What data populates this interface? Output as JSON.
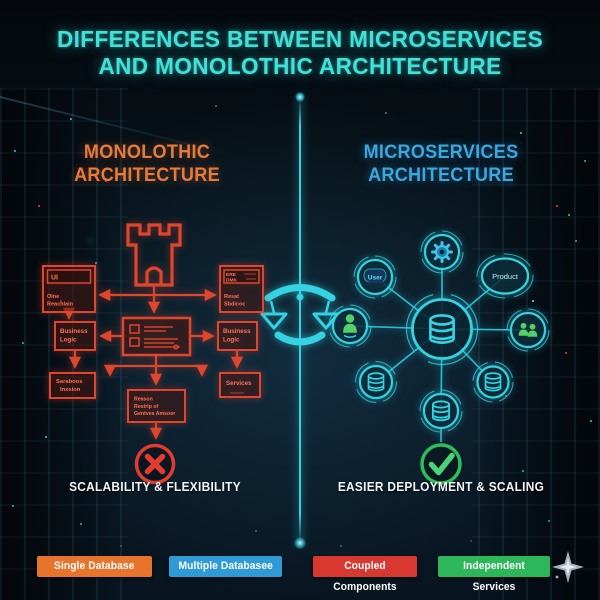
{
  "title": {
    "line1": "DIFFERENCES BETWEEN MICROSERVICES",
    "line2": "AND MONOLOTHIC ARCHITECTURE"
  },
  "monolithic": {
    "heading_line1": "MONOLOTHIC",
    "heading_line2": "ARCHITECTURE",
    "boxes": {
      "ui_title": "UI",
      "ui_sub1": "Olne",
      "ui_sub2": "Reachlain",
      "erp_title1": "ERE",
      "erp_title2": "DMK",
      "erp_sub1": "Resat",
      "erp_sub2": "Sbdicoc",
      "business_left1": "Business",
      "business_left2": "Logic",
      "business_right1": "Business",
      "business_right2": "Logic",
      "db1": "Saraboos",
      "db2": "Inxsion",
      "services": "Services",
      "bottom1": "Reason",
      "bottom2": "Restrip of",
      "bottom3": "Gentves Amsoor"
    },
    "verdict": "SCALABILITY & FLEXIBILITY"
  },
  "microservices": {
    "heading_line1": "MICROSERVICES",
    "heading_line2": "ARCHITECTURE",
    "node_product": "Product",
    "node_user": "User",
    "verdict": "EASIER DEPLOYMENT & SCALING"
  },
  "legend": {
    "single_database": {
      "label": "Single Database",
      "color": "#E8742C"
    },
    "multiple_databases": {
      "label": "Multiple Databasee",
      "color": "#2E9BD6"
    },
    "coupled_components": {
      "label": "Coupled Components",
      "color": "#D8382F"
    },
    "independent_services": {
      "label": "Independent Services",
      "color": "#2DB75A"
    }
  },
  "colors": {
    "title": "#43E0D8",
    "monolithic_heading": "#E87A3C",
    "microservices_heading": "#3BA7E3",
    "monolithic_diagram": "#E0462E",
    "microservices_diagram": "#35D2E2",
    "cross": "#E23C30",
    "check": "#2EBD5C"
  }
}
